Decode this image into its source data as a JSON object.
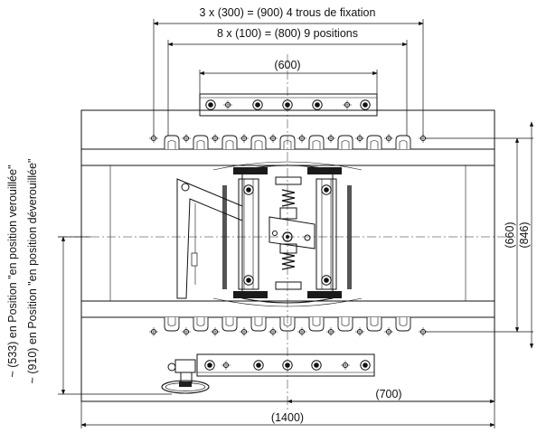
{
  "dimensions": {
    "holes": "3 x (300) = (900)  4 trous de fixation",
    "positions": "8 x (100) = (800)  9 positions",
    "upper_bar": "(600)",
    "offset": "(700)",
    "overall_width": "(1400)",
    "height_inner": "(660)",
    "height_outer": "(846)"
  },
  "side_notes": {
    "locked": "~ (533) en Position \"en position verouillée\"",
    "unlocked": "~ (910) en Position \"en position déverouillée\""
  }
}
